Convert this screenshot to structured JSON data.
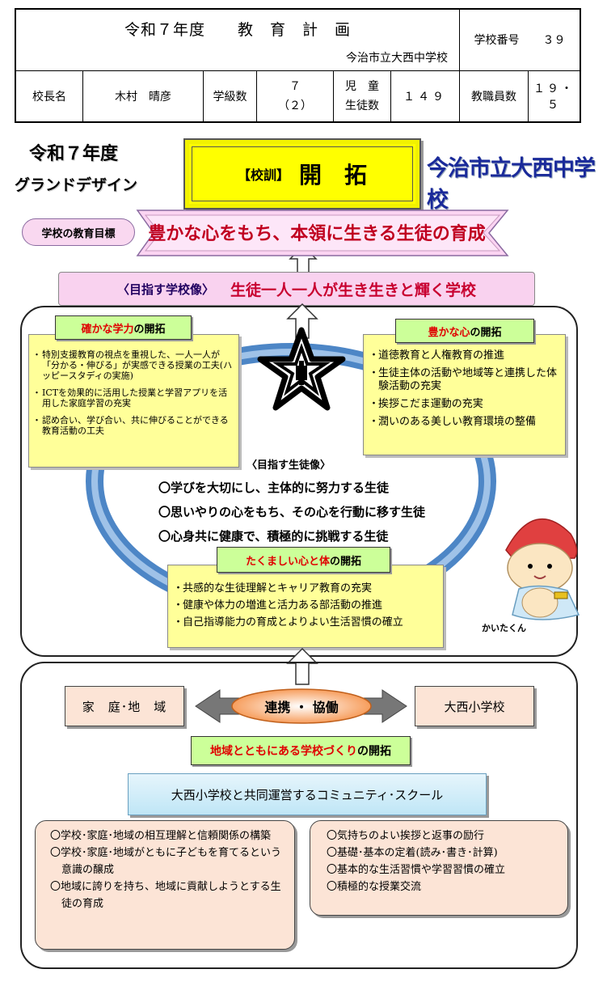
{
  "header": {
    "title_year": "令和７年度",
    "title_word": "教　育　計　画",
    "school": "今治市立大西中学校",
    "school_no_label": "学校番号",
    "school_no": "３９",
    "principal_label": "校長名",
    "principal": "木村　晴彦",
    "classes_label": "学級数",
    "classes": "７",
    "classes_sub": "（２）",
    "students_label_1": "児　童",
    "students_label_2": "生徒数",
    "students": "１４９",
    "staff_label": "教職員数",
    "staff": "１９・５"
  },
  "top": {
    "year": "令和７年度",
    "grand_design": "グランドデザイン",
    "motto_label": "【校訓】",
    "motto": "開　拓",
    "school_name": "今治市立大西中学校"
  },
  "goal": {
    "label": "学校の教育目標",
    "text": "豊かな心をもち、本領に生きる生徒の育成"
  },
  "vision": {
    "label": "〈目指す学校像〉",
    "text": "生徒一人一人が生き生きと輝く学校"
  },
  "academic": {
    "head_red": "確かな学力",
    "head_rest": "の開拓",
    "items": [
      "特別支援教育の視点を重視した、一人一人が「分かる・伸びる」が実感できる授業の工夫(ハッピースタディの実施)",
      "ICTを効果的に活用した授業と学習アプリを活用した家庭学習の充実",
      "認め合い、学び合い、共に伸びることができる教育活動の工夫"
    ]
  },
  "heart": {
    "head_red": "豊かな心",
    "head_rest": "の開拓",
    "items": [
      "道徳教育と人権教育の推進",
      "生徒主体の活動や地域等と連携した体験活動の充実",
      "挨拶こだま運動の充実",
      "潤いのある美しい教育環境の整備"
    ]
  },
  "student_image": {
    "label": "〈目指す生徒像〉",
    "items": [
      "〇学びを大切にし、主体的に努力する生徒",
      "〇思いやりの心をもち、その心を行動に移す生徒",
      "〇心身共に健康で、積極的に挑戦する生徒"
    ]
  },
  "body": {
    "head_red": "たくましい心と体",
    "head_rest": "の開拓",
    "items": [
      "共感的な生徒理解とキャリア教育の充実",
      "健康や体力の増進と活力ある部活動の推進",
      "自己指導能力の育成とよりよい生活習慣の確立"
    ]
  },
  "mascot": {
    "name": "かいたくん"
  },
  "community": {
    "home": "家　庭･地　域",
    "link": "連携 ・ 協働",
    "elem": "大西小学校",
    "head_red": "地域とともにある学校づくり",
    "head_rest": "の開拓",
    "cs": "大西小学校と共同運営するコミュニティ･スクール",
    "left_items": [
      "〇学校･家庭･地域の相互理解と信頼関係の構築",
      "〇学校･家庭･地域がともに子どもを育てるという意識の醸成",
      "〇地域に誇りを持ち、地域に貢献しようとする生徒の育成"
    ],
    "right_items": [
      "〇気持ちのよい挨拶と返事の励行",
      "〇基礎･基本の定着(読み･書き･計算)",
      "〇基本的な生活習慣や学習習慣の確立",
      "〇積極的な授業交流"
    ]
  }
}
